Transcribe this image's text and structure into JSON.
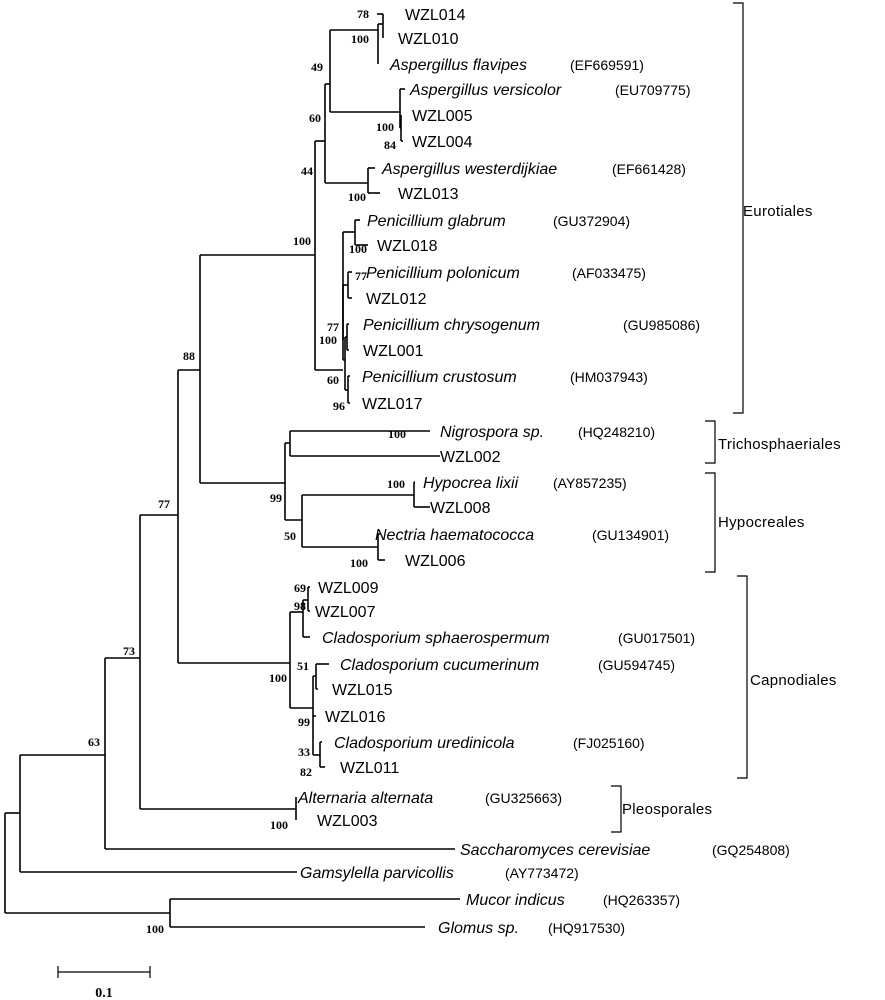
{
  "taxa": [
    {
      "id": "WZL014",
      "name": "WZL014",
      "acc": "",
      "italic": false
    },
    {
      "id": "WZL010",
      "name": "WZL010",
      "acc": "",
      "italic": false
    },
    {
      "id": "aflav",
      "name": "Aspergillus flavipes",
      "acc": "(EF669591)",
      "italic": true
    },
    {
      "id": "avers",
      "name": "Aspergillus versicolor",
      "acc": "(EU709775)",
      "italic": true
    },
    {
      "id": "WZL005",
      "name": "WZL005",
      "acc": "",
      "italic": false
    },
    {
      "id": "WZL004",
      "name": "WZL004",
      "acc": "",
      "italic": false
    },
    {
      "id": "awest",
      "name": "Aspergillus westerdijkiae",
      "acc": "(EF661428)",
      "italic": true
    },
    {
      "id": "WZL013",
      "name": "WZL013",
      "acc": "",
      "italic": false
    },
    {
      "id": "pglab",
      "name": "Penicillium glabrum",
      "acc": "(GU372904)",
      "italic": true
    },
    {
      "id": "WZL018",
      "name": "WZL018",
      "acc": "",
      "italic": false
    },
    {
      "id": "ppolo",
      "name": "Penicillium polonicum",
      "acc": "(AF033475)",
      "italic": true
    },
    {
      "id": "WZL012",
      "name": "WZL012",
      "acc": "",
      "italic": false
    },
    {
      "id": "pchry",
      "name": "Penicillium chrysogenum",
      "acc": "(GU985086)",
      "italic": true
    },
    {
      "id": "WZL001",
      "name": "WZL001",
      "acc": "",
      "italic": false
    },
    {
      "id": "pcrus",
      "name": "Penicillium crustosum",
      "acc": "(HM037943)",
      "italic": true
    },
    {
      "id": "WZL017",
      "name": "WZL017",
      "acc": "",
      "italic": false
    },
    {
      "id": "nigro",
      "name": "Nigrospora sp.",
      "acc": "(HQ248210)",
      "italic": true
    },
    {
      "id": "WZL002",
      "name": "WZL002",
      "acc": "",
      "italic": false
    },
    {
      "id": "hypo",
      "name": "Hypocrea lixii",
      "acc": "(AY857235)",
      "italic": true
    },
    {
      "id": "WZL008",
      "name": "WZL008",
      "acc": "",
      "italic": false
    },
    {
      "id": "nectr",
      "name": "Nectria haematococca",
      "acc": "(GU134901)",
      "italic": true
    },
    {
      "id": "WZL006",
      "name": "WZL006",
      "acc": "",
      "italic": false
    },
    {
      "id": "WZL009",
      "name": "WZL009",
      "acc": "",
      "italic": false
    },
    {
      "id": "WZL007",
      "name": "WZL007",
      "acc": "",
      "italic": false
    },
    {
      "id": "csphae",
      "name": "Cladosporium sphaerospermum",
      "acc": "(GU017501)",
      "italic": true
    },
    {
      "id": "ccucu",
      "name": "Cladosporium cucumerinum",
      "acc": "(GU594745)",
      "italic": true
    },
    {
      "id": "WZL015",
      "name": "WZL015",
      "acc": "",
      "italic": false
    },
    {
      "id": "WZL016",
      "name": "WZL016",
      "acc": "",
      "italic": false
    },
    {
      "id": "cured",
      "name": "Cladosporium uredinicola",
      "acc": "(FJ025160)",
      "italic": true
    },
    {
      "id": "WZL011",
      "name": "WZL011",
      "acc": "",
      "italic": false
    },
    {
      "id": "alter",
      "name": "Alternaria alternata",
      "acc": "(GU325663)",
      "italic": true
    },
    {
      "id": "WZL003",
      "name": "WZL003",
      "acc": "",
      "italic": false
    },
    {
      "id": "sacch",
      "name": "Saccharomyces cerevisiae",
      "acc": "(GQ254808)",
      "italic": true
    },
    {
      "id": "gamsy",
      "name": "Gamsylella parvicollis",
      "acc": "(AY773472)",
      "italic": true
    },
    {
      "id": "mucor",
      "name": "Mucor indicus",
      "acc": "(HQ263357)",
      "italic": true
    },
    {
      "id": "glomus",
      "name": "Glomus sp.",
      "acc": "(HQ917530)",
      "italic": true
    }
  ],
  "bootstrap": [
    "78",
    "100",
    "49",
    "100",
    "84",
    "60",
    "100",
    "44",
    "100",
    "100",
    "77",
    "77",
    "100",
    "60",
    "96",
    "88",
    "100",
    "100",
    "99",
    "50",
    "100",
    "77",
    "69",
    "98",
    "51",
    "100",
    "99",
    "33",
    "82",
    "73",
    "100",
    "63",
    "100"
  ],
  "orders": [
    "Eurotiales",
    "Trichosphaeriales",
    "Hypocreales",
    "Capnodiales",
    "Pleosporales"
  ],
  "scale_bar": {
    "label": "0.1"
  }
}
